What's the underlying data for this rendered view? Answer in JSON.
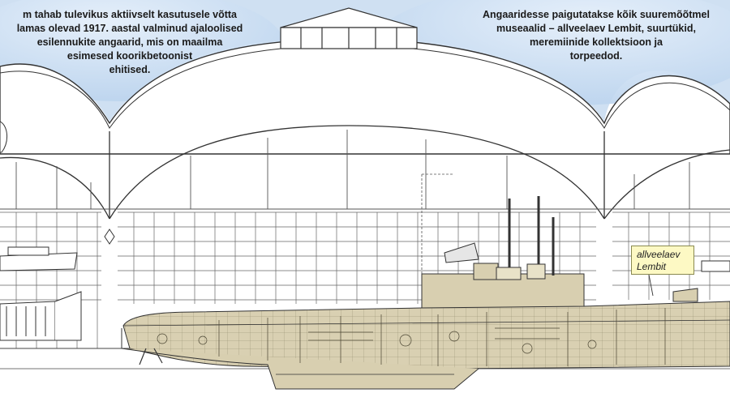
{
  "caption_left": {
    "lines": [
      "m tahab tulevikus aktiivselt kasutusele võtta",
      "lamas olevad 1917. aastal valminud ajaloolised",
      "esilennukite angaarid, mis on maailma",
      "esimesed koorikbetoonist",
      "ehitised."
    ]
  },
  "caption_right": {
    "lines": [
      "Angaaridesse paigutatakse kõik suuremõõtmel",
      "museaalid – allveelaev Lembit, suurtükid,",
      "meremiinide kollektsioon ja",
      "torpeedod."
    ]
  },
  "callout": {
    "line1": "allveelaev",
    "line2": "Lembit"
  },
  "colors": {
    "sky": "#cfe0f2",
    "hull": "#d8cfb0",
    "line": "#333333",
    "callout_bg": "#fdf9c4"
  }
}
